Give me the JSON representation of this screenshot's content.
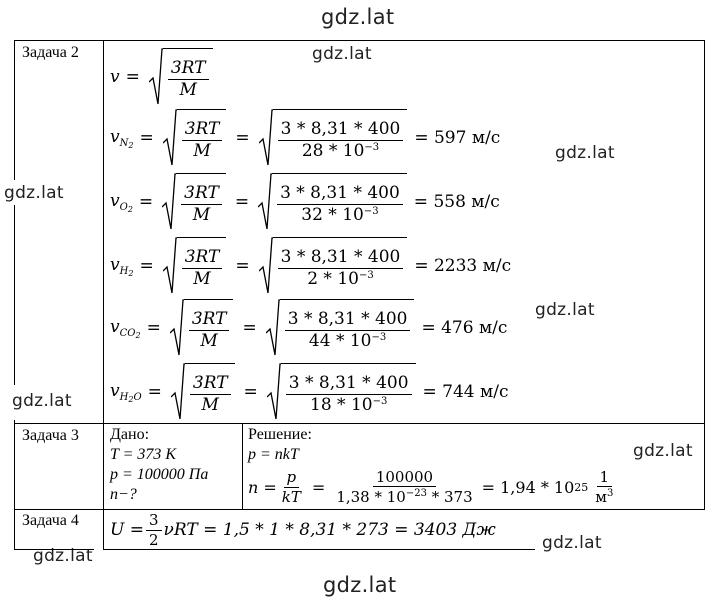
{
  "watermarks": {
    "top": "gdz.lat",
    "left_mid": "gdz.lat",
    "left_low": "gdz.lat",
    "inner_top": "gdz.lat",
    "right_top": "gdz.lat",
    "right_mid": "gdz.lat",
    "right_task3": "gdz.lat",
    "bottom_left": "gdz.lat",
    "bottom_right": "gdz.lat",
    "bottom": "gdz.lat"
  },
  "task2": {
    "label": "Задача 2",
    "v_symbol": "v",
    "formula_num": "3RT",
    "formula_den": "M",
    "rows": [
      {
        "sub": "N",
        "subsub": "2",
        "num": "3 * 8,31 * 400",
        "den": "28 * 10",
        "exp": "−3",
        "result": "= 597 м/с"
      },
      {
        "sub": "O",
        "subsub": "2",
        "num": "3 * 8,31 * 400",
        "den": "32 * 10",
        "exp": "−3",
        "result": "= 558 м/с"
      },
      {
        "sub": "H",
        "subsub": "2",
        "num": "3 * 8,31 * 400",
        "den": "2 * 10",
        "exp": "−3",
        "result": "= 2233 м/с"
      },
      {
        "sub": "CO",
        "subsub": "2",
        "num": "3 * 8,31 * 400",
        "den": "44 * 10",
        "exp": "−3",
        "result": "= 476 м/с"
      },
      {
        "sub": "H",
        "subsub": "2",
        "sub2": "O",
        "num": "3 * 8,31 * 400",
        "den": "18 * 10",
        "exp": "−3",
        "result": "= 744 м/с"
      }
    ]
  },
  "task3": {
    "label": "Задача 3",
    "given_title": "Дано:",
    "given": [
      "T = 373 K",
      "p = 100000 Па",
      "n−?"
    ],
    "solution_title": "Решение:",
    "line1": "p = nkT",
    "n_lhs": "n =",
    "p_over": "p",
    "kT": "kT",
    "big_num": "100000",
    "big_den": "1,38 * 10",
    "big_den_exp": "−23",
    "big_den_tail": " * 373",
    "result_pre": "= 1,94 * 10",
    "result_exp": "25",
    "unit_num": "1",
    "unit_den": "м",
    "unit_den_exp": "3"
  },
  "task4": {
    "label": "Задача 4",
    "lhs": "U =",
    "frac_num": "3",
    "frac_den": "2",
    "rest": "νRT = 1,5 * 1 * 8,31 * 273 = 3403 Дж"
  }
}
